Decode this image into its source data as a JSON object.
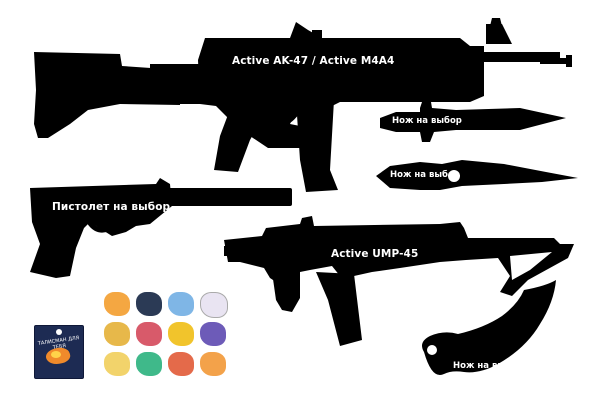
{
  "labels": {
    "rifle": "Active AK-47 / Active M4A4",
    "pistol": "Пистолет на выбор",
    "smg": "Active UMP-45",
    "knife_bayonet": "Нож на выбор",
    "knife_shadow": "Нож на выбор",
    "knife_karambit": "Нож на выбор",
    "pin_text": "ТАЛИСМАН ДЛЯ ТЕБЯ"
  },
  "colors": {
    "silhouette": "#000000",
    "label_text": "#ffffff",
    "pin_background": "#1d2b53"
  },
  "stickers": [
    "orange-creature-sticker",
    "ninja-sticker",
    "blue-bird-sticker",
    "white-creature-sticker",
    "gold-face-sticker",
    "skull-sticker",
    "thug-life-sticker",
    "purple-star-sticker",
    "flower-face-sticker",
    "zombie-sticker",
    "rooster-sticker",
    "fire-sticker"
  ],
  "icons": [
    "rifle-silhouette-icon",
    "pistol-silhouette-icon",
    "smg-silhouette-icon",
    "bayonet-knife-icon",
    "shadow-daggers-icon",
    "karambit-knife-icon",
    "keychain-pin-icon"
  ]
}
